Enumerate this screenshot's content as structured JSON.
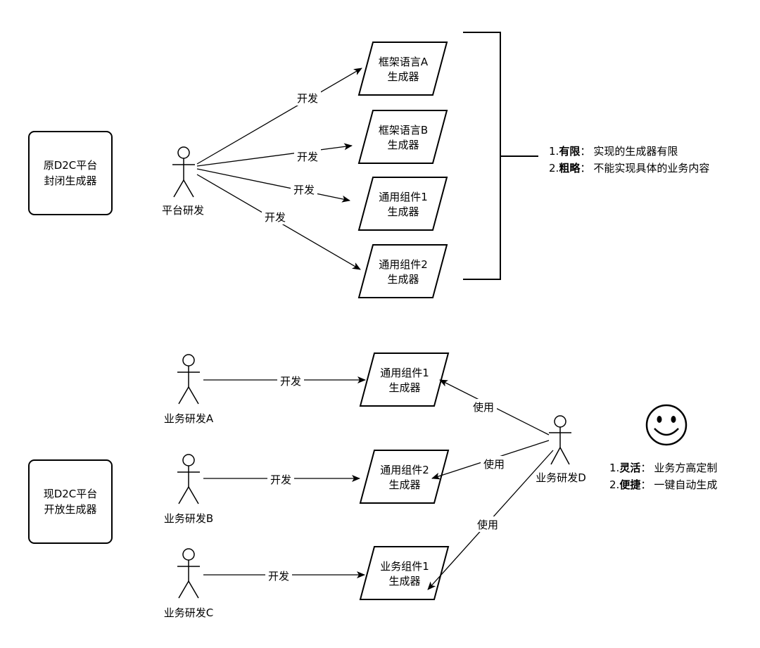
{
  "platform_boxes": {
    "old": [
      "原D2C平台",
      "封闭生成器"
    ],
    "new": [
      "现D2C平台",
      "开放生成器"
    ]
  },
  "actors": {
    "platform_dev": "平台研发",
    "biz_a": "业务研发A",
    "biz_b": "业务研发B",
    "biz_c": "业务研发C",
    "biz_d": "业务研发D"
  },
  "generators_top": [
    [
      "框架语言A",
      "生成器"
    ],
    [
      "框架语言B",
      "生成器"
    ],
    [
      "通用组件1",
      "生成器"
    ],
    [
      "通用组件2",
      "生成器"
    ]
  ],
  "generators_bottom": [
    [
      "通用组件1",
      "生成器"
    ],
    [
      "通用组件2",
      "生成器"
    ],
    [
      "业务组件1",
      "生成器"
    ]
  ],
  "edge_labels": {
    "develop": "开发",
    "use": "使用"
  },
  "notes_top": [
    {
      "num": "1.",
      "key": "有限",
      "sep": "：",
      "text": "实现的生成器有限"
    },
    {
      "num": "2.",
      "key": "粗略",
      "sep": "：",
      "text": "不能实现具体的业务内容"
    }
  ],
  "notes_bottom": [
    {
      "num": "1.",
      "key": "灵活",
      "sep": "：",
      "text": "业务方高定制"
    },
    {
      "num": "2.",
      "key": "便捷",
      "sep": "：",
      "text": "一键自动生成"
    }
  ]
}
